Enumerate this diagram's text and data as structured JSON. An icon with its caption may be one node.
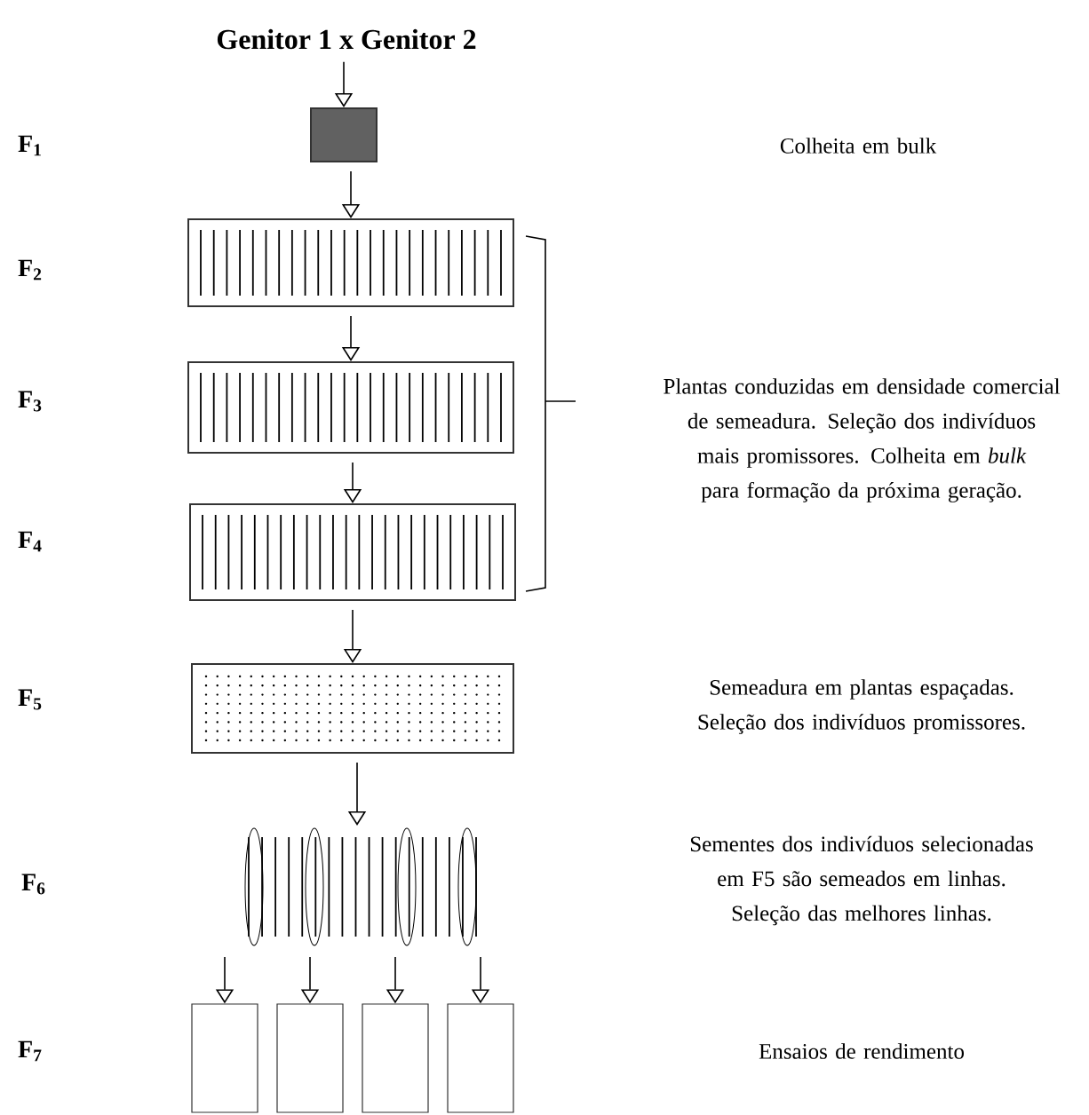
{
  "diagram": {
    "nodes": [
      {
        "text": [
          "Genitor 1 x Genitor 2"
        ]
      },
      {
        "text": [],
        "shape": "box"
      },
      {
        "text": [],
        "shape": "box"
      },
      {
        "text": [],
        "shape": "box"
      },
      {
        "text": [],
        "shape": "box"
      },
      {
        "text": [],
        "shape": "box"
      },
      {
        "text": [],
        "shape": "picture"
      },
      {
        "text": [],
        "shape": "box"
      },
      {
        "text": [],
        "shape": "box"
      },
      {
        "text": [],
        "shape": "box"
      },
      {
        "text": [],
        "shape": "box"
      }
    ],
    "edges": [
      {
        "from": 0,
        "to": 1,
        "arrow": "to"
      },
      {
        "from": 1,
        "to": 2,
        "arrow": "to"
      },
      {
        "from": 2,
        "to": 3,
        "arrow": "to"
      },
      {
        "from": 3,
        "to": 4,
        "arrow": "to"
      },
      {
        "from": 4,
        "to": 5,
        "arrow": "to"
      },
      {
        "from": 5,
        "to": 6,
        "arrow": "to"
      },
      {
        "from": 6,
        "to": 7,
        "arrow": "to"
      },
      {
        "from": 6,
        "to": 8,
        "arrow": "to"
      },
      {
        "from": 6,
        "to": 9,
        "arrow": "to"
      },
      {
        "from": 6,
        "to": 10,
        "arrow": "to"
      }
    ],
    "labels": [
      "F$_{1}$",
      "Colheita em bulk",
      "F$_{2}$",
      "F$_{3}$",
      "Plantas conduzidas em densidade comercial de semeadura. Seleção dos indivíduos mais promissores. Colheita em *bulk* para formação da próxima geração.",
      "F$_{4}$",
      "F$_{5}$",
      "Semeadura em plantas espaçadas. Seleção dos indivíduos promissores.",
      "F$_{6}$",
      "Sementes dos indivíduos selecionadas em F5 são semeados em linhas. Seleção das melhores linhas.",
      "F$_{7}$",
      "Ensaios de rendimento"
    ]
  }
}
